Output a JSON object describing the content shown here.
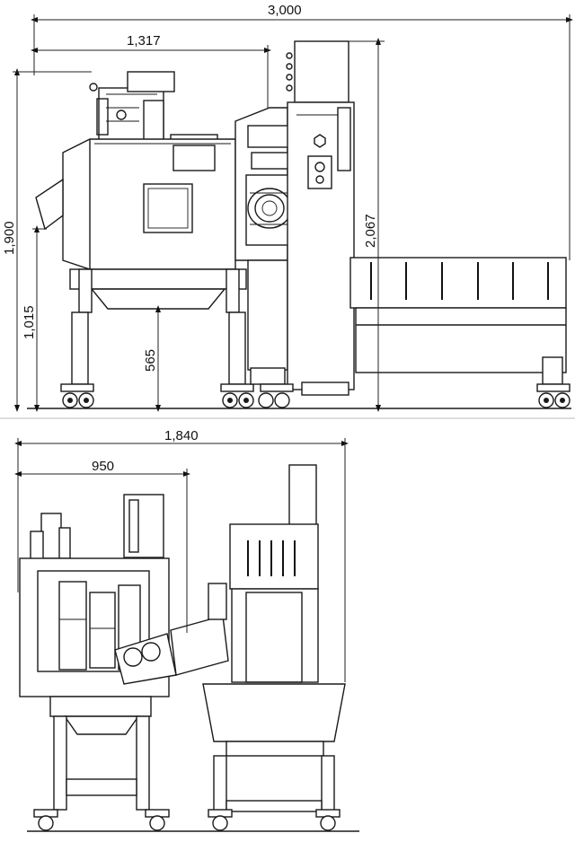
{
  "dimensions": {
    "side_view": {
      "total_length": "3,000",
      "partial_length": "1,317",
      "height_left": "1,900",
      "height_inner": "1,015",
      "height_hopper": "565",
      "height_right": "2,067"
    },
    "front_view": {
      "total_width": "1,840",
      "partial_width": "950"
    }
  }
}
